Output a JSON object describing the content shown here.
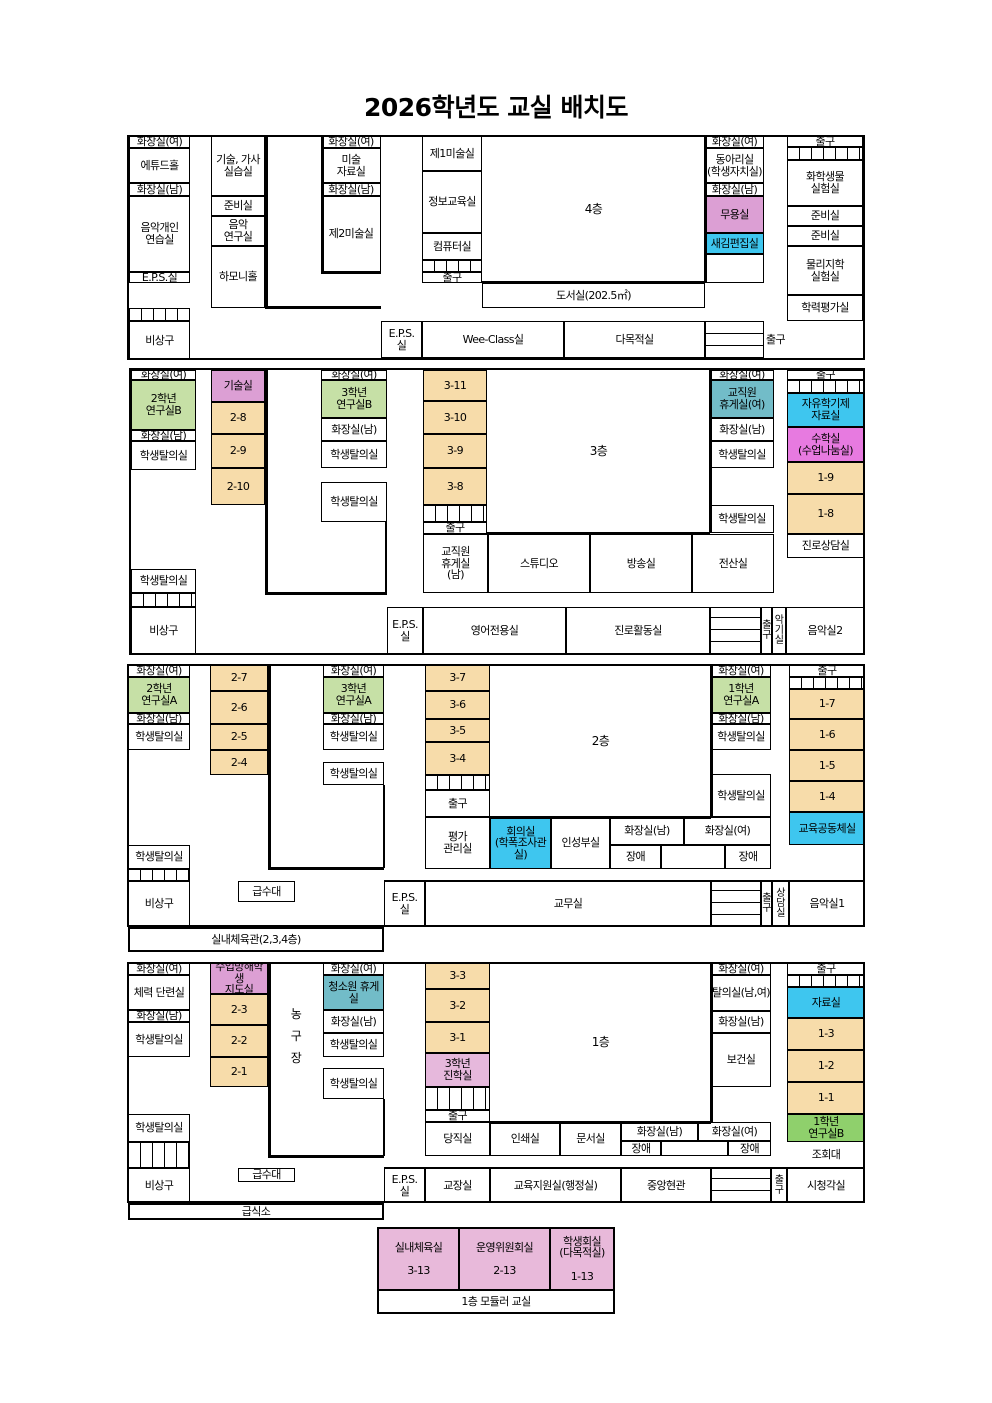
{
  "title": "2026학년도  교실 배치도",
  "colors": {
    "or": "#f7dcaa",
    "gr": "#c6e0a6",
    "gr2": "#8fd06c",
    "pk": "#e6b8dc",
    "pk2": "#dc9fd4",
    "mg": "#e77ae0",
    "bl": "#3ec6ef",
    "tl": "#72bcc8",
    "mod": "#e8b9da"
  },
  "floor4": [
    "화장실(여)",
    "에튜드홀",
    "화장실(남)",
    "음악개인\n연습실",
    "E.P.S.실",
    "비상구",
    "기술, 가사\n실습실",
    "준비실",
    "음악\n연구실",
    "하모니홀",
    "화장실(여)",
    "미술\n자료실",
    "화장실(남)",
    "제2미술실",
    "제1미술실",
    "정보교육실",
    "컴퓨터실",
    "출구",
    "4층",
    "도서실(202.5㎡)",
    "화장실(여)",
    "동아리실\n(학생자치실)",
    "화장실(남)",
    "무용실",
    "새김편집실",
    "출구",
    "화학생물\n실험실",
    "준비실",
    "준비실",
    "물리지학\n실험실",
    "학력평가실",
    "E.P.S.\n실",
    "Wee-Class실",
    "다목적실",
    "출구"
  ],
  "floor3": [
    "화장실(여)",
    "2학년\n연구실B",
    "화장실(남)",
    "학생탈의실",
    "학생탈의실",
    "비상구",
    "기술실",
    "2-8",
    "2-9",
    "2-10",
    "화장실(여)",
    "3학년\n연구실B",
    "화장실(남)",
    "학생탈의실",
    "학생탈의실",
    "3-11",
    "3-10",
    "3-9",
    "3-8",
    "출구",
    "3층",
    "교직원\n휴게실\n(남)",
    "스튜디오",
    "방송실",
    "전산실",
    "화장실(여)",
    "교직원\n휴게실(여)",
    "화장실(남)",
    "학생탈의실",
    "학생탈의실",
    "출구",
    "자유학기제\n자료실",
    "수학실\n(수업나눔실)",
    "1-9",
    "1-8",
    "진로상담실",
    "E.P.S.\n실",
    "영어전용실",
    "진로활동실",
    "출구",
    "악기실",
    "음악실2"
  ],
  "floor2": [
    "화장실(여)",
    "2학년\n연구실A",
    "화장실(남)",
    "학생탈의실",
    "학생탈의실",
    "비상구",
    "2-7",
    "2-6",
    "2-5",
    "2-4",
    "화장실(여)",
    "3학년\n연구실A",
    "화장실(남)",
    "학생탈의실",
    "학생탈의실",
    "3-7",
    "3-6",
    "3-5",
    "3-4",
    "출구",
    "2층",
    "평가\n관리실",
    "회의실\n(학폭조사관\n실)",
    "인성부실",
    "화장실(남)",
    "화장실(여)",
    "장애",
    "장애",
    "화장실(여)",
    "1학년\n연구실A",
    "화장실(남)",
    "학생탈의실",
    "학생탈의실",
    "출구",
    "1-7",
    "1-6",
    "1-5",
    "1-4",
    "교육공동체실",
    "급수대",
    "E.P.S.\n실",
    "교무실",
    "출구",
    "상담실",
    "음악실1",
    "실내체육관(2,3,4층)"
  ],
  "floor1": [
    "화장실(여)",
    "체력 단련실",
    "화장실(남)",
    "학생탈의실",
    "학생탈의실",
    "비상구",
    "수업방해학생\n지도실",
    "2-3",
    "2-2",
    "2-1",
    "농구장",
    "화장실(여)",
    "청소원 휴게실",
    "화장실(남)",
    "학생탈의실",
    "학생탈의실",
    "3-3",
    "3-2",
    "3-1",
    "3학년\n진학실",
    "출구",
    "1층",
    "당직실",
    "인쇄실",
    "문서실",
    "화장실(남)",
    "화장실(여)",
    "장애",
    "장애",
    "화장실(여)",
    "탈의실(남,여)",
    "화장실(남)",
    "보건실",
    "출구",
    "자료실",
    "1-3",
    "1-2",
    "1-1",
    "1학년\n연구실B",
    "조회대",
    "급수대",
    "E.P.S.\n실",
    "교장실",
    "교육지원실(행정실)",
    "중앙현관",
    "출구",
    "시청각실",
    "급식소"
  ],
  "modular": [
    "실내체육실\n\n3-13",
    "운영위원회실\n\n2-13",
    "학생회실\n(다목적실)\n\n1-13",
    "1층 모듈러 교실"
  ]
}
